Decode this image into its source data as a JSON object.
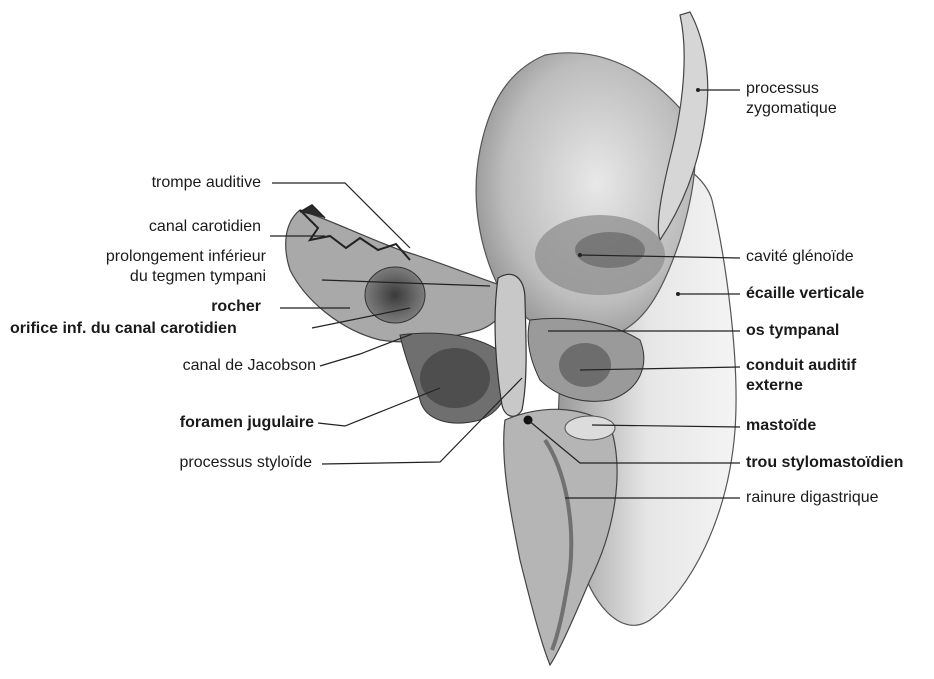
{
  "labels_left": [
    {
      "id": "trompe-auditive",
      "text": "trompe auditive",
      "bold": false
    },
    {
      "id": "canal-carotidien",
      "text": "canal carotidien",
      "bold": false
    },
    {
      "id": "prolongement-1",
      "text": "prolongement inférieur",
      "bold": false
    },
    {
      "id": "prolongement-2",
      "text": "du tegmen tympani",
      "bold": false
    },
    {
      "id": "rocher",
      "text": "rocher",
      "bold": true
    },
    {
      "id": "orifice",
      "text": "orifice inf. du canal carotidien",
      "bold": true
    },
    {
      "id": "jacobson",
      "text": "canal de Jacobson",
      "bold": false
    },
    {
      "id": "foramen",
      "text": "foramen jugulaire",
      "bold": true
    },
    {
      "id": "styloide",
      "text": "processus styloïde",
      "bold": false
    }
  ],
  "labels_right": [
    {
      "id": "zygo-1",
      "text": "processus",
      "bold": false
    },
    {
      "id": "zygo-2",
      "text": "zygomatique",
      "bold": false
    },
    {
      "id": "glenoide",
      "text": "cavité glénoïde",
      "bold": false
    },
    {
      "id": "ecaille",
      "text": "écaille verticale",
      "bold": true
    },
    {
      "id": "tympanal",
      "text": "os tympanal",
      "bold": true
    },
    {
      "id": "conduit-1",
      "text": "conduit auditif",
      "bold": true
    },
    {
      "id": "conduit-2",
      "text": "externe",
      "bold": true
    },
    {
      "id": "mastoide",
      "text": "mastoïde",
      "bold": true
    },
    {
      "id": "trou",
      "text": "trou stylomastoïdien",
      "bold": true
    },
    {
      "id": "digastrique",
      "text": "rainure digastrique",
      "bold": false
    }
  ]
}
